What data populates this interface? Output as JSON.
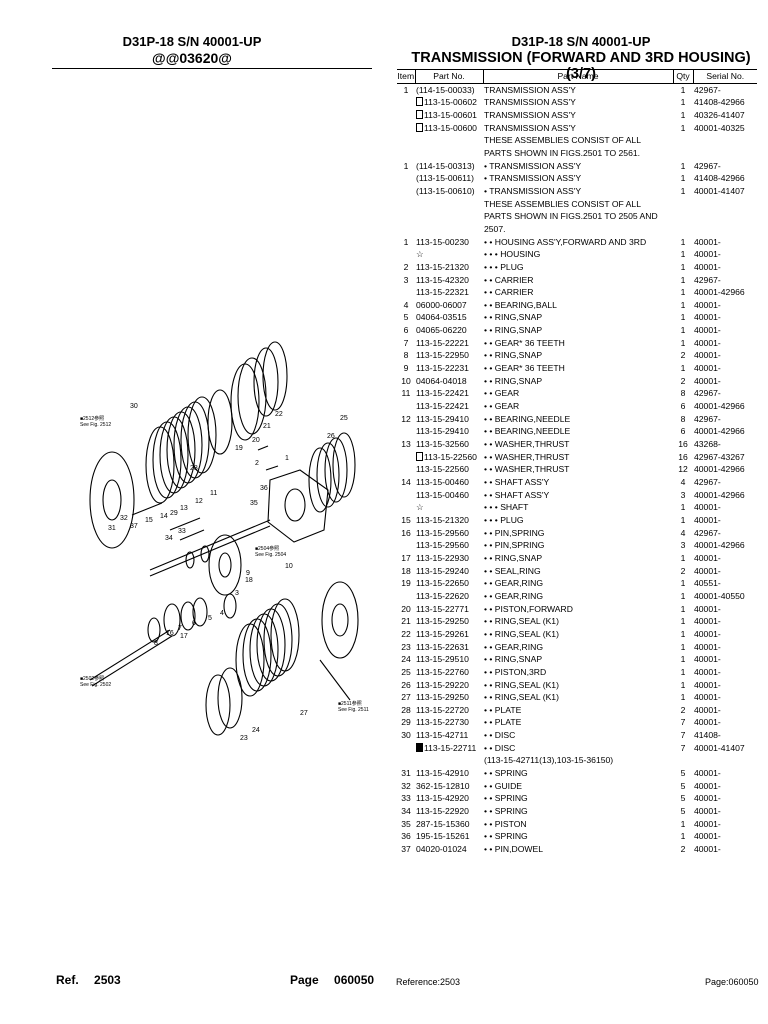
{
  "left_header": {
    "model": "D31P-18 S/N 40001-UP",
    "code": "@@03620@"
  },
  "right_header": {
    "model": "D31P-18 S/N 40001-UP",
    "title": "TRANSMISSION (FORWARD AND 3RD HOUSING) (3/7)"
  },
  "columns": {
    "item": "Item",
    "part_no": "Part No.",
    "part_name": "Part Name",
    "qty": "Qty",
    "serial": "Serial No."
  },
  "rows": [
    {
      "item": "1",
      "pn": "(114-15-00033)",
      "name": "TRANSMISSION ASS'Y",
      "qty": "1",
      "sn": "42967-"
    },
    {
      "item": "",
      "pn": "113-15-00602",
      "box": "open",
      "name": "TRANSMISSION ASS'Y",
      "qty": "1",
      "sn": "41408-42966"
    },
    {
      "item": "",
      "pn": "113-15-00601",
      "box": "open",
      "name": "TRANSMISSION ASS'Y",
      "qty": "1",
      "sn": "40326-41407"
    },
    {
      "item": "",
      "pn": "113-15-00600",
      "box": "open",
      "name": "TRANSMISSION ASS'Y",
      "qty": "1",
      "sn": "40001-40325"
    },
    {
      "item": "",
      "pn": "",
      "name": "THESE ASSEMBLIES CONSIST OF ALL",
      "qty": "",
      "sn": ""
    },
    {
      "item": "",
      "pn": "",
      "name": "PARTS SHOWN IN FIGS.2501 TO 2561.",
      "qty": "",
      "sn": ""
    },
    {
      "item": "1",
      "pn": "(114-15-00313)",
      "name": "• TRANSMISSION ASS'Y",
      "qty": "1",
      "sn": "42967-"
    },
    {
      "item": "",
      "pn": "(113-15-00611)",
      "name": "• TRANSMISSION ASS'Y",
      "qty": "1",
      "sn": "41408-42966"
    },
    {
      "item": "",
      "pn": "(113-15-00610)",
      "name": "• TRANSMISSION ASS'Y",
      "qty": "1",
      "sn": "40001-41407"
    },
    {
      "item": "",
      "pn": "",
      "name": "THESE ASSEMBLIES CONSIST OF ALL",
      "qty": "",
      "sn": ""
    },
    {
      "item": "",
      "pn": "",
      "name": "PARTS SHOWN IN FIGS.2501 TO 2505 AND",
      "qty": "",
      "sn": ""
    },
    {
      "item": "",
      "pn": "",
      "name": "2507.",
      "qty": "",
      "sn": ""
    },
    {
      "item": "1",
      "pn": "113-15-00230",
      "name": "• • HOUSING ASS'Y,FORWARD AND 3RD",
      "qty": "1",
      "sn": "40001-"
    },
    {
      "item": "",
      "pn": "☆",
      "name": "• • • HOUSING",
      "qty": "1",
      "sn": "40001-"
    },
    {
      "item": "2",
      "pn": "113-15-21320",
      "name": "• • • PLUG",
      "qty": "1",
      "sn": "40001-"
    },
    {
      "item": "3",
      "pn": "113-15-42320",
      "name": "• • CARRIER",
      "qty": "1",
      "sn": "42967-"
    },
    {
      "item": "",
      "pn": "113-15-22321",
      "name": "• • CARRIER",
      "qty": "1",
      "sn": "40001-42966"
    },
    {
      "item": "4",
      "pn": "06000-06007",
      "name": "• • BEARING,BALL",
      "qty": "1",
      "sn": "40001-"
    },
    {
      "item": "5",
      "pn": "04064-03515",
      "name": "• • RING,SNAP",
      "qty": "1",
      "sn": "40001-"
    },
    {
      "item": "6",
      "pn": "04065-06220",
      "name": "• • RING,SNAP",
      "qty": "1",
      "sn": "40001-"
    },
    {
      "item": "7",
      "pn": "113-15-22221",
      "name": "• • GEAR* 36 TEETH",
      "qty": "1",
      "sn": "40001-"
    },
    {
      "item": "8",
      "pn": "113-15-22950",
      "name": "• • RING,SNAP",
      "qty": "2",
      "sn": "40001-"
    },
    {
      "item": "9",
      "pn": "113-15-22231",
      "name": "• • GEAR* 36 TEETH",
      "qty": "1",
      "sn": "40001-"
    },
    {
      "item": "10",
      "pn": "04064-04018",
      "name": "• • RING,SNAP",
      "qty": "2",
      "sn": "40001-"
    },
    {
      "item": "11",
      "pn": "113-15-22421",
      "name": "• • GEAR",
      "qty": "8",
      "sn": "42967-"
    },
    {
      "item": "",
      "pn": "113-15-22421",
      "name": "• • GEAR",
      "qty": "6",
      "sn": "40001-42966"
    },
    {
      "item": "12",
      "pn": "113-15-29410",
      "name": "• • BEARING,NEEDLE",
      "qty": "8",
      "sn": "42967-"
    },
    {
      "item": "",
      "pn": "113-15-29410",
      "name": "• • BEARING,NEEDLE",
      "qty": "6",
      "sn": "40001-42966"
    },
    {
      "item": "13",
      "pn": "113-15-32560",
      "name": "• • WASHER,THRUST",
      "qty": "16",
      "sn": "43268-"
    },
    {
      "item": "",
      "pn": "113-15-22560",
      "box": "open",
      "name": "• • WASHER,THRUST",
      "qty": "16",
      "sn": "42967-43267"
    },
    {
      "item": "",
      "pn": "113-15-22560",
      "name": "• • WASHER,THRUST",
      "qty": "12",
      "sn": "40001-42966"
    },
    {
      "item": "14",
      "pn": "113-15-00460",
      "name": "• • SHAFT ASS'Y",
      "qty": "4",
      "sn": "42967-"
    },
    {
      "item": "",
      "pn": "113-15-00460",
      "name": "• • SHAFT ASS'Y",
      "qty": "3",
      "sn": "40001-42966"
    },
    {
      "item": "",
      "pn": "☆",
      "name": "• • • SHAFT",
      "qty": "1",
      "sn": "40001-"
    },
    {
      "item": "15",
      "pn": "113-15-21320",
      "name": "• • • PLUG",
      "qty": "1",
      "sn": "40001-"
    },
    {
      "item": "16",
      "pn": "113-15-29560",
      "name": "• • PIN,SPRING",
      "qty": "4",
      "sn": "42967-"
    },
    {
      "item": "",
      "pn": "113-15-29560",
      "name": "• • PIN,SPRING",
      "qty": "3",
      "sn": "40001-42966"
    },
    {
      "item": "17",
      "pn": "113-15-22930",
      "name": "• • RING,SNAP",
      "qty": "1",
      "sn": "40001-"
    },
    {
      "item": "18",
      "pn": "113-15-29240",
      "name": "• • SEAL,RING",
      "qty": "2",
      "sn": "40001-"
    },
    {
      "item": "19",
      "pn": "113-15-22650",
      "name": "• • GEAR,RING",
      "qty": "1",
      "sn": "40551-"
    },
    {
      "item": "",
      "pn": "113-15-22620",
      "name": "• • GEAR,RING",
      "qty": "1",
      "sn": "40001-40550"
    },
    {
      "item": "20",
      "pn": "113-15-22771",
      "name": "• • PISTON,FORWARD",
      "qty": "1",
      "sn": "40001-"
    },
    {
      "item": "21",
      "pn": "113-15-29250",
      "name": "• • RING,SEAL (K1)",
      "qty": "1",
      "sn": "40001-"
    },
    {
      "item": "22",
      "pn": "113-15-29261",
      "name": "• • RING,SEAL (K1)",
      "qty": "1",
      "sn": "40001-"
    },
    {
      "item": "23",
      "pn": "113-15-22631",
      "name": "• • GEAR,RING",
      "qty": "1",
      "sn": "40001-"
    },
    {
      "item": "24",
      "pn": "113-15-29510",
      "name": "• • RING,SNAP",
      "qty": "1",
      "sn": "40001-"
    },
    {
      "item": "25",
      "pn": "113-15-22760",
      "name": "• • PISTON,3RD",
      "qty": "1",
      "sn": "40001-"
    },
    {
      "item": "26",
      "pn": "113-15-29220",
      "name": "• • RING,SEAL (K1)",
      "qty": "1",
      "sn": "40001-"
    },
    {
      "item": "27",
      "pn": "113-15-29250",
      "name": "• • RING,SEAL (K1)",
      "qty": "1",
      "sn": "40001-"
    },
    {
      "item": "28",
      "pn": "113-15-22720",
      "name": "• • PLATE",
      "qty": "2",
      "sn": "40001-"
    },
    {
      "item": "29",
      "pn": "113-15-22730",
      "name": "• • PLATE",
      "qty": "7",
      "sn": "40001-"
    },
    {
      "item": "30",
      "pn": "113-15-42711",
      "name": "• • DISC",
      "qty": "7",
      "sn": "41408-"
    },
    {
      "item": "",
      "pn": "113-15-22711",
      "box": "filled",
      "name": "• • DISC",
      "qty": "7",
      "sn": "40001-41407"
    },
    {
      "item": "",
      "pn": "",
      "name": "(113-15-42711(13),103-15-36150)",
      "qty": "",
      "sn": ""
    },
    {
      "item": "31",
      "pn": "113-15-42910",
      "name": "• • SPRING",
      "qty": "5",
      "sn": "40001-"
    },
    {
      "item": "32",
      "pn": "362-15-12810",
      "name": "• • GUIDE",
      "qty": "5",
      "sn": "40001-"
    },
    {
      "item": "33",
      "pn": "113-15-42920",
      "name": "• • SPRING",
      "qty": "5",
      "sn": "40001-"
    },
    {
      "item": "34",
      "pn": "113-15-22920",
      "name": "• • SPRING",
      "qty": "5",
      "sn": "40001-"
    },
    {
      "item": "35",
      "pn": "287-15-15360",
      "name": "• • PISTON",
      "qty": "1",
      "sn": "40001-"
    },
    {
      "item": "36",
      "pn": "195-15-15261",
      "name": "• • SPRING",
      "qty": "1",
      "sn": "40001-"
    },
    {
      "item": "37",
      "pn": "04020-01024",
      "name": "• • PIN,DOWEL",
      "qty": "2",
      "sn": "40001-"
    }
  ],
  "figure": {
    "callouts": [
      "30",
      "29",
      "28",
      "19",
      "20",
      "21",
      "22",
      "26",
      "25",
      "1",
      "2",
      "36",
      "35",
      "11",
      "12",
      "13",
      "14",
      "15",
      "37",
      "32",
      "31",
      "33",
      "34",
      "3",
      "4",
      "5",
      "6",
      "7",
      "8",
      "9",
      "10",
      "16",
      "17",
      "18",
      "23",
      "24",
      "27"
    ],
    "refs": [
      {
        "text": "■2512参照",
        "sub": "See Fig. 2512"
      },
      {
        "text": "■2504参照",
        "sub": "See Fig. 2504"
      },
      {
        "text": "■2502参照",
        "sub": "See Fig. 2502"
      },
      {
        "text": "■2511参照",
        "sub": "See Fig. 2511"
      }
    ]
  },
  "footer_left": {
    "ref_label": "Ref.",
    "ref_value": "2503",
    "page_label": "Page",
    "page_value": "060050"
  },
  "footer_right": {
    "reference": "Reference:2503",
    "page": "Page:060050"
  }
}
